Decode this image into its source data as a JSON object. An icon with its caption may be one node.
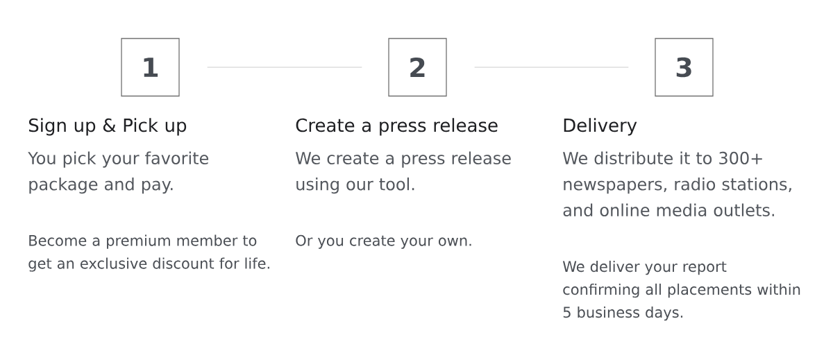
{
  "diagram": {
    "nodes": [
      {
        "text": [
          "1"
        ],
        "beside": [
          "Sign up & Pick up",
          "You pick your favorite package and pay.",
          "Become a premium member to get an exclusive discount for life."
        ]
      },
      {
        "text": [
          "2"
        ],
        "beside": [
          "Create a press release",
          "We create a press release using our tool.",
          "Or you create your own."
        ]
      },
      {
        "text": [
          "3"
        ],
        "beside": [
          "Delivery",
          "We distribute it to 300+ newspapers, radio stations, and online media outlets.",
          "We deliver your report confirming all placements within 5 business days."
        ]
      }
    ],
    "edges": [
      {
        "from": 0,
        "to": 1,
        "arrow": "none"
      },
      {
        "from": 1,
        "to": 2,
        "arrow": "none"
      }
    ]
  }
}
